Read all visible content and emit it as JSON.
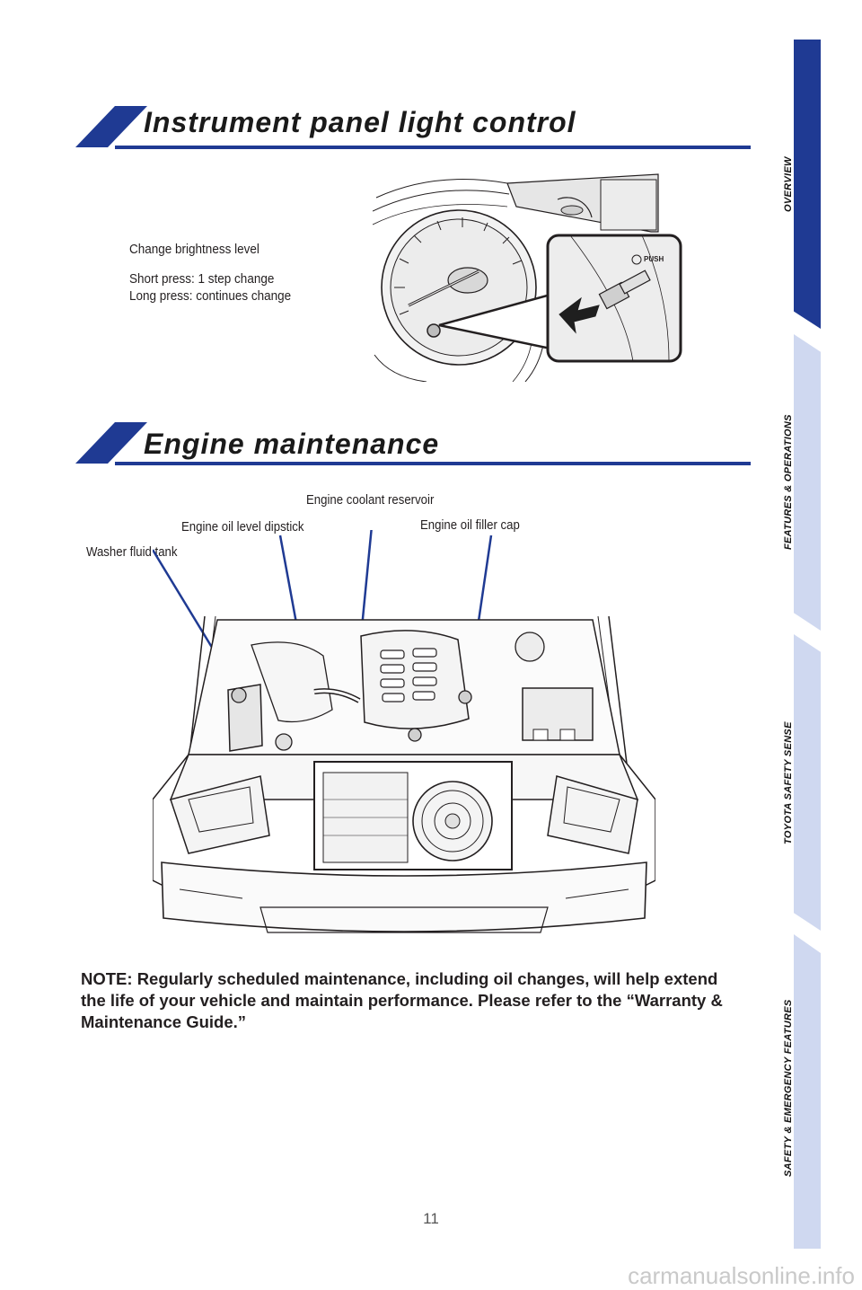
{
  "sections": {
    "instrument": {
      "title": "Instrument panel light control"
    },
    "engine": {
      "title": "Engine maintenance"
    }
  },
  "instrument_callout": {
    "line1": "Change brightness level",
    "line2": "Short press: 1 step change",
    "line3": "Long press: continues change",
    "push_label": "PUSH"
  },
  "engine_callouts": {
    "coolant": "Engine coolant reservoir",
    "dipstick": "Engine oil level dipstick",
    "filler": "Engine oil filler cap",
    "washer": "Washer fluid tank"
  },
  "note": "NOTE: Regularly scheduled maintenance, including oil changes, will help extend the life of your vehicle and maintain performance. Please refer to the “Warranty & Maintenance Guide.”",
  "page_number": "11",
  "nav": {
    "items": [
      {
        "label": "OVERVIEW",
        "active": true
      },
      {
        "label": "FEATURES & OPERATIONS",
        "active": false
      },
      {
        "label": "TOYOTA SAFETY SENSE",
        "active": false
      },
      {
        "label": "SAFETY & EMERGENCY FEATURES",
        "active": false
      }
    ]
  },
  "watermark": "carmanualsonline.info",
  "colors": {
    "accent": "#1f3a93",
    "nav_inactive": "#cfd8f0"
  }
}
